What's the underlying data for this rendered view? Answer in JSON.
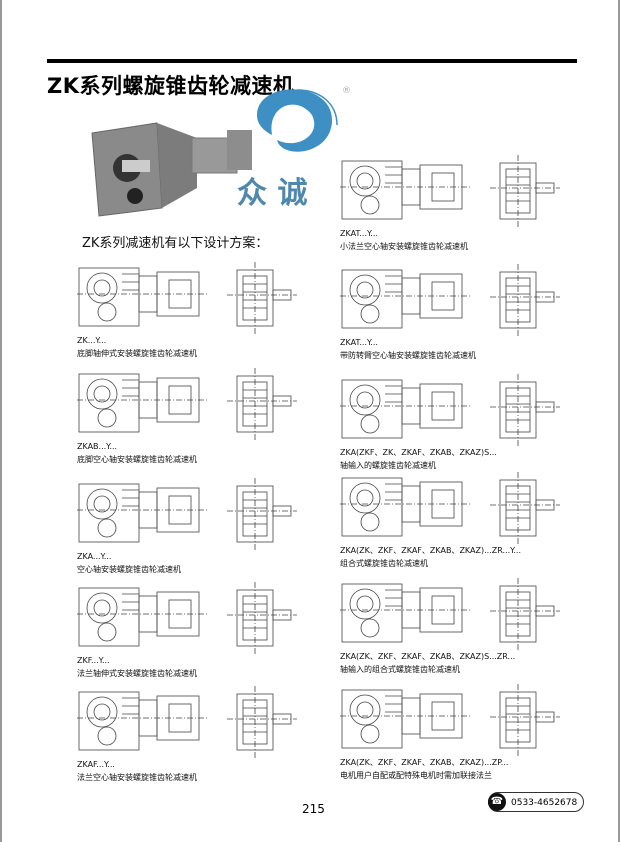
{
  "title": "ZK系列螺旋锥齿轮减速机",
  "logo": {
    "text": "众 诚",
    "registered": "®"
  },
  "subtitle": "ZK系列减速机有以下设计方案：",
  "left_items": [
    {
      "code": "ZK...Y...",
      "desc": "底脚轴伸式安装螺旋锥齿轮减速机"
    },
    {
      "code": "ZKAB...Y...",
      "desc": "底脚空心轴安装螺旋锥齿轮减速机"
    },
    {
      "code": "ZKA...Y...",
      "desc": "空心轴安装螺旋锥齿轮减速机"
    },
    {
      "code": "ZKF...Y...",
      "desc": "法兰轴伸式安装螺旋锥齿轮减速机"
    },
    {
      "code": "ZKAF...Y...",
      "desc": "法兰空心轴安装螺旋锥齿轮减速机"
    }
  ],
  "right_items": [
    {
      "code": "ZKAT...Y...",
      "desc": "小法兰空心轴安装螺旋锥齿轮减速机"
    },
    {
      "code": "ZKAT...Y...",
      "desc": "带防转臂空心轴安装螺旋锥齿轮减速机"
    },
    {
      "code": "ZKA(ZKF、ZK、ZKAF、ZKAB、ZKAZ)S...",
      "desc": "轴输入的螺旋锥齿轮减速机"
    },
    {
      "code": "ZKA(ZK、ZKF、ZKAF、ZKAB、ZKAZ)...ZR...Y...",
      "desc": "组合式螺旋锥齿轮减速机"
    },
    {
      "code": "ZKA(ZK、ZKF、ZKAF、ZKAB、ZKAZ)S...ZR...",
      "desc": "轴输入的组合式螺旋锥齿轮减速机"
    },
    {
      "code": "ZKA(ZK、ZKF、ZKAF、ZKAB、ZKAZ)...ZP...",
      "desc": "电机用户自配或配特殊电机时需加联接法兰"
    }
  ],
  "page_number": "215",
  "phone": "0533-4652678",
  "colors": {
    "logo_blue": "#3d8fc4",
    "photo_gray": "#8a8a8a"
  }
}
